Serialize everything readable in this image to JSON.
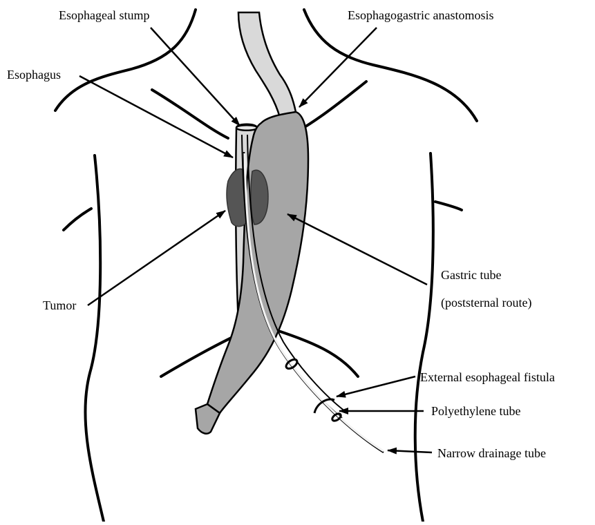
{
  "labels": {
    "esophageal_stump": "Esophageal stump",
    "esophagogastric_anastomosis": "Esophagogastric anastomosis",
    "esophagus": "Esophagus",
    "tumor": "Tumor",
    "gastric_tube_line1": "Gastric tube",
    "gastric_tube_line2": "(poststernal route)",
    "external_esophageal_fistula": "External esophageal fistula",
    "polyethylene_tube": "Polyethylene tube",
    "narrow_drainage_tube": "Narrow drainage tube"
  },
  "colors": {
    "outline": "#000000",
    "esophagus_fill": "#d9d9d9",
    "gastric_tube_fill": "#a6a6a6",
    "tumor_fill": "#555555",
    "drainage_tube_fill": "#f2f2f2",
    "background": "#ffffff"
  }
}
